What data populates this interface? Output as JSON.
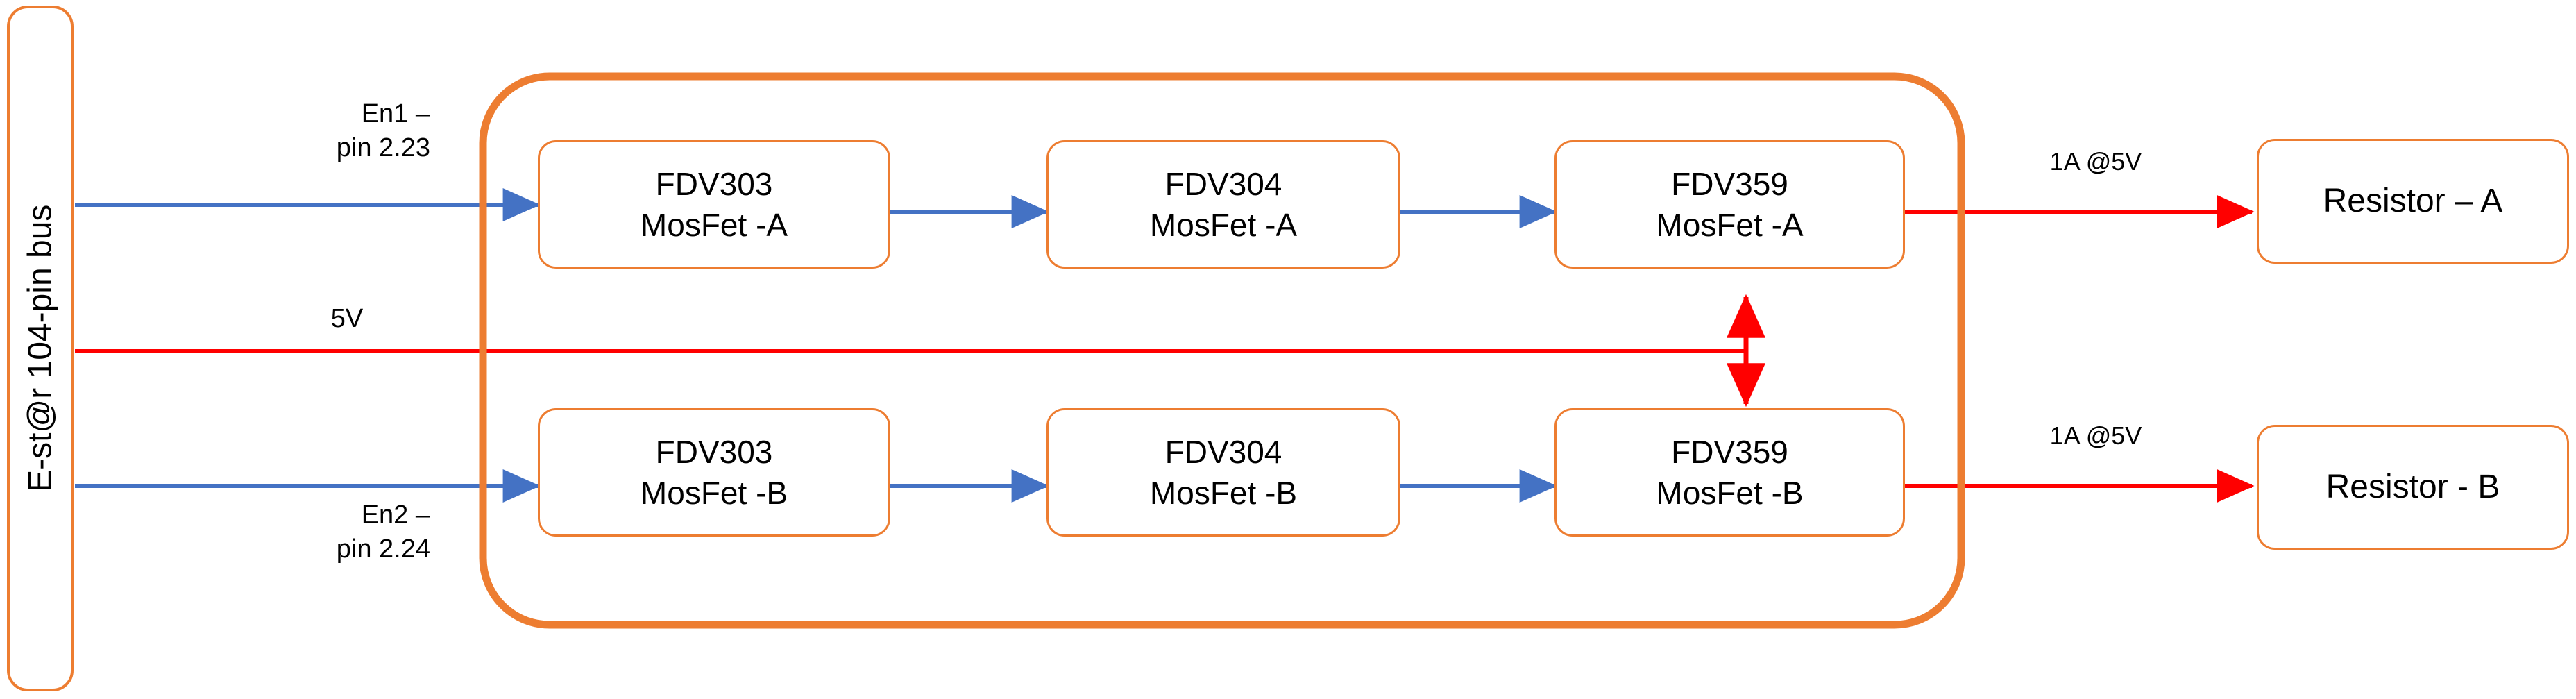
{
  "diagram": {
    "title_text": "E-st@r 104-pin bus",
    "colors": {
      "box_stroke": "#ED7D31",
      "group_stroke": "#ED7D31",
      "signal_arrow": "#4472C4",
      "power_arrow": "#FF0000",
      "text": "#000000",
      "background": "#FFFFFF"
    },
    "bus": {
      "label": "E-st@r 104-pin bus"
    },
    "group": {
      "name": "mosfet-driver-group"
    },
    "nodes": [
      {
        "id": "fdv303-a",
        "line1": "FDV303",
        "line2": "MosFet -A"
      },
      {
        "id": "fdv304-a",
        "line1": "FDV304",
        "line2": "MosFet -A"
      },
      {
        "id": "fdv359-a",
        "line1": "FDV359",
        "line2": "MosFet -A"
      },
      {
        "id": "fdv303-b",
        "line1": "FDV303",
        "line2": "MosFet -B"
      },
      {
        "id": "fdv304-b",
        "line1": "FDV304",
        "line2": "MosFet -B"
      },
      {
        "id": "fdv359-b",
        "line1": "FDV359",
        "line2": "MosFet -B"
      }
    ],
    "loads": [
      {
        "id": "resistor-a",
        "label": "Resistor – A"
      },
      {
        "id": "resistor-b",
        "label": "Resistor - B"
      }
    ],
    "edge_labels": {
      "en1_line1": "En1 –",
      "en1_line2": "pin 2.23",
      "en2_line1": "En2 –",
      "en2_line2": "pin 2.24",
      "supply": "5V",
      "out_a": "1A @5V",
      "out_b": "1A @5V"
    }
  }
}
